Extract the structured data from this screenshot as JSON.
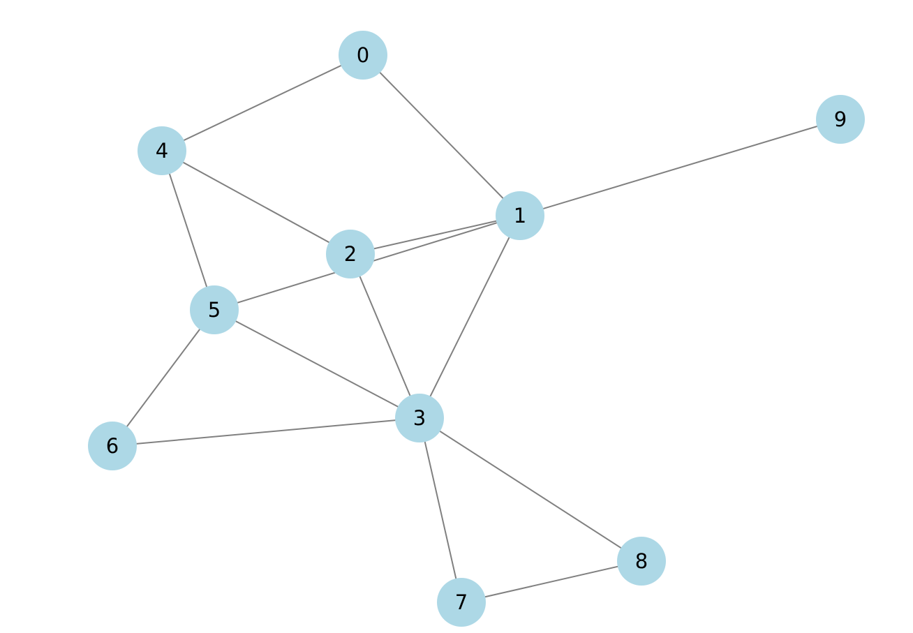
{
  "graph": {
    "node_color": "#add8e6",
    "edge_color": "#808080",
    "label_color": "#000000",
    "nodes": [
      {
        "id": "0",
        "label": "0"
      },
      {
        "id": "1",
        "label": "1"
      },
      {
        "id": "2",
        "label": "2"
      },
      {
        "id": "3",
        "label": "3"
      },
      {
        "id": "4",
        "label": "4"
      },
      {
        "id": "5",
        "label": "5"
      },
      {
        "id": "6",
        "label": "6"
      },
      {
        "id": "7",
        "label": "7"
      },
      {
        "id": "8",
        "label": "8"
      },
      {
        "id": "9",
        "label": "9"
      }
    ],
    "edges": [
      [
        "0",
        "4"
      ],
      [
        "0",
        "1"
      ],
      [
        "1",
        "9"
      ],
      [
        "1",
        "2"
      ],
      [
        "1",
        "5"
      ],
      [
        "1",
        "3"
      ],
      [
        "4",
        "2"
      ],
      [
        "4",
        "5"
      ],
      [
        "2",
        "3"
      ],
      [
        "5",
        "3"
      ],
      [
        "5",
        "6"
      ],
      [
        "6",
        "3"
      ],
      [
        "3",
        "7"
      ],
      [
        "3",
        "8"
      ],
      [
        "7",
        "8"
      ]
    ]
  }
}
